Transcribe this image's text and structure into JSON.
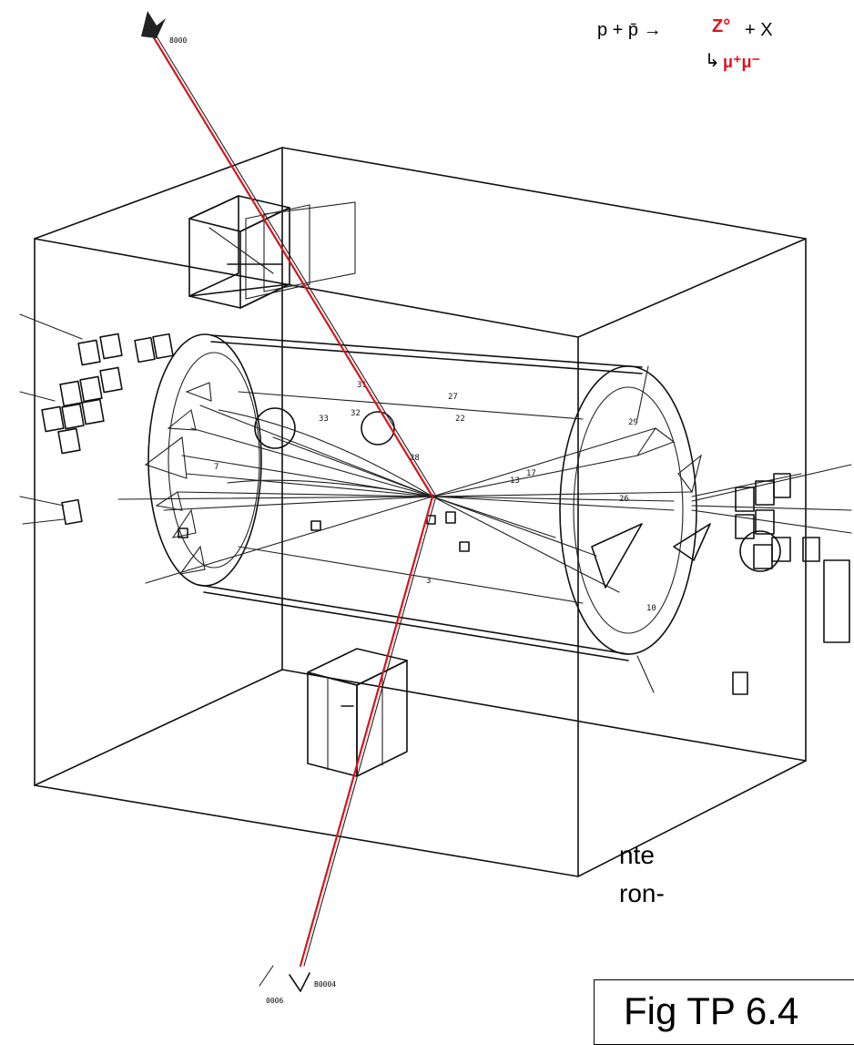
{
  "reaction": {
    "initial_state": "p + p̄ →",
    "boson": "Z°",
    "plus_x": "+ X",
    "decay_arrow": "↳",
    "decay_products": "μ⁺μ⁻"
  },
  "side_text": {
    "line1": "nte",
    "line2": "ron-"
  },
  "figure_label": "Fig TP 6.4",
  "muon_tags": {
    "upper": "8000",
    "lower_a": "B0004",
    "lower_b": "0006"
  },
  "track_labels": [
    "31",
    "32",
    "33",
    "27",
    "28",
    "29",
    "17",
    "13",
    "22",
    "26",
    "10",
    "7",
    "3"
  ],
  "colors": {
    "muon_track": "#d8141c",
    "ink": "#111111",
    "background": "#ffffff"
  }
}
